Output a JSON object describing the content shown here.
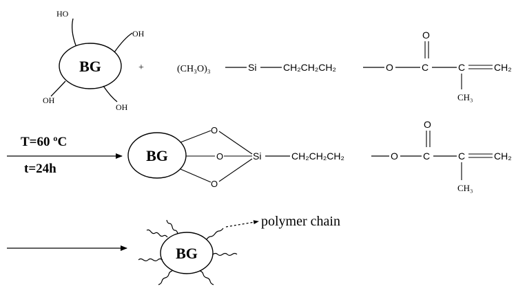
{
  "labels": {
    "bg": "BG",
    "oh": "OH",
    "ho": "HO",
    "plus": "+",
    "reagent_prefix": "(CH₃O)₃",
    "si": "Si",
    "chain": "CH₂CH₂CH₂",
    "o": "O",
    "c": "C",
    "ch2": "CH₂",
    "ch3": "CH₃",
    "temperature": "T=60 ºC",
    "time": "t=24h",
    "polymer_chain": "polymer chain"
  }
}
